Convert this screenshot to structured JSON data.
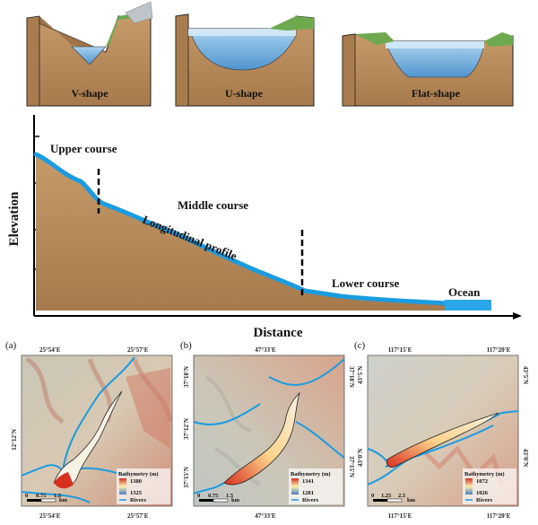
{
  "valley_shapes": [
    {
      "label": "V-shape"
    },
    {
      "label": "U-shape"
    },
    {
      "label": "Flat-shape"
    }
  ],
  "profile": {
    "y_label": "Elevation",
    "x_label": "Distance",
    "upper": "Upper course",
    "middle": "Middle course",
    "lower": "Lower course",
    "longitudinal": "Longitudinal profile",
    "ocean": "Ocean"
  },
  "maps": [
    {
      "panel": "(a)",
      "top_left": "25°54'E",
      "top_right": "25°57'E",
      "bottom_left": "25°54'E",
      "bottom_right": "25°57'E",
      "left_lat": "12°12'N",
      "legend_title": "Bathymetry (m)",
      "legend_high": "1380",
      "legend_low": "1325",
      "legend_rivers": "Rivers",
      "scale": [
        "0",
        "0.75",
        "1.5"
      ],
      "scale_unit": "km"
    },
    {
      "panel": "(b)",
      "top_center": "47°33'E",
      "bottom_center": "47°33'E",
      "left_lat_top": "37°18'N",
      "left_lat_mid": "37°12'N",
      "left_lat_bot": "37°15'N",
      "right_lat_top": "37°18'N",
      "right_lat_bot": "37°15'N",
      "legend_title": "Bathymetry (m)",
      "legend_high": "1341",
      "legend_low": "1281",
      "legend_rivers": "Rivers",
      "scale": [
        "0",
        "0.75",
        "1.5"
      ],
      "scale_unit": "km"
    },
    {
      "panel": "(c)",
      "top_left": "117°15'E",
      "top_right": "117°20'E",
      "bottom_left": "117°15'E",
      "bottom_right": "117°20'E",
      "left_lat_top": "43°5'N",
      "left_lat_bot": "43°0'N",
      "right_lat_top": "43°5'N",
      "right_lat_bot": "43°0'N",
      "legend_title": "Bathymetry (m)",
      "legend_high": "1072",
      "legend_low": "1026",
      "legend_rivers": "Rivers",
      "scale": [
        "0",
        "1.25",
        "2.5"
      ],
      "scale_unit": "km"
    }
  ],
  "colors": {
    "soil": "#b88a5a",
    "soil_dark": "#8f6a43",
    "water": "#5aa0d8",
    "water_light": "#cfe6f6",
    "grass": "#6ea84f",
    "river_line": "#1b9be0",
    "ocean": "#29a7e8"
  }
}
